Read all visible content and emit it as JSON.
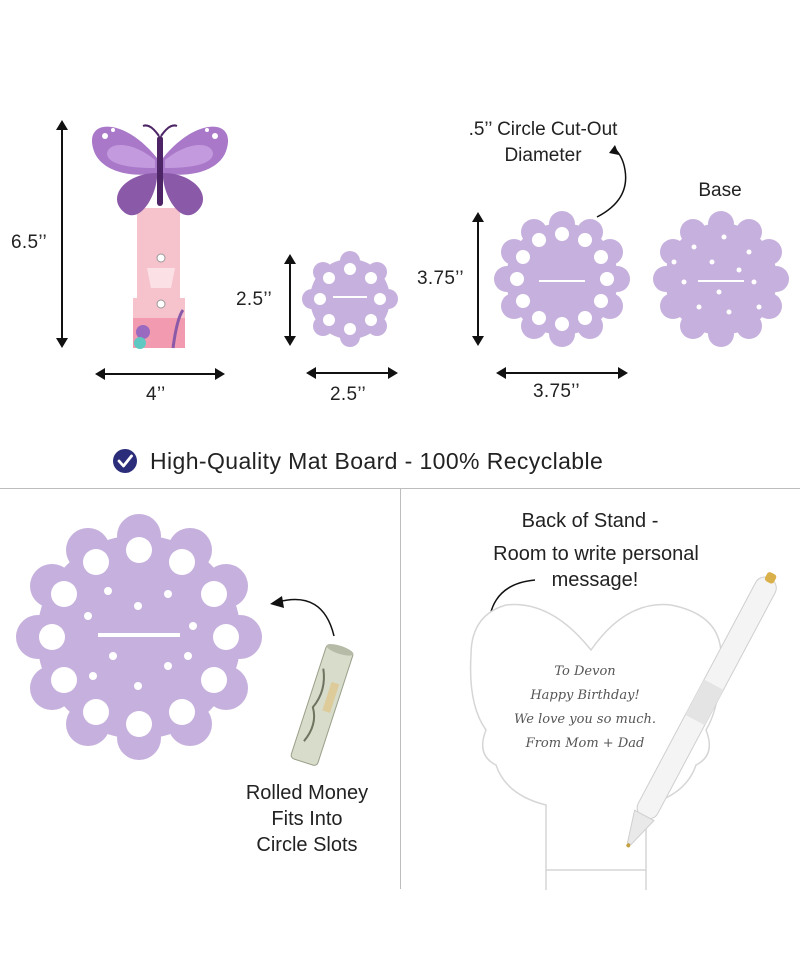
{
  "dimensions": {
    "stand_height": "6.5’’",
    "stand_width": "4’’",
    "small_height": "2.5’’",
    "small_width": "2.5’’",
    "medium_height": "3.75’’",
    "medium_width": "3.75’’"
  },
  "labels": {
    "circle_cutout_line1": ".5’’ Circle Cut-Out",
    "circle_cutout_line2": "Diameter",
    "base": "Base"
  },
  "banner": {
    "text": "High-Quality Mat Board - 100% Recyclable",
    "icon": "check-circle-icon",
    "icon_color": "#2b2d7a"
  },
  "left_panel": {
    "caption_line1": "Rolled Money",
    "caption_line2": "Fits Into",
    "caption_line3": "Circle Slots"
  },
  "right_panel": {
    "title_line1": "Back of Stand -",
    "title_line2": "Room to write personal",
    "title_line3": "message!",
    "message_lines": [
      "To Devon",
      "Happy Birthday!",
      "We love you so much.",
      "From Mom + Dad"
    ]
  },
  "colors": {
    "lavender": "#c6b0dd",
    "purple": "#8a5aa8",
    "pink": "#f4b9c4",
    "check": "#2b2d7a"
  }
}
